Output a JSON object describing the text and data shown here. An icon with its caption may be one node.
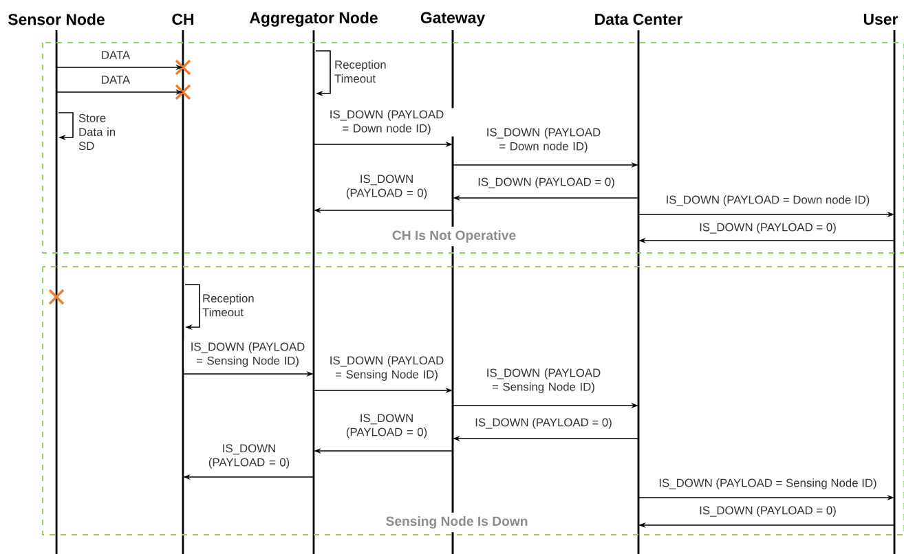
{
  "diagram": {
    "nodes": [
      {
        "text": [
          "Sensor Node"
        ]
      },
      {
        "text": [
          "CH"
        ]
      },
      {
        "text": [
          "Aggregator Node"
        ]
      },
      {
        "text": [
          "Gateway"
        ]
      },
      {
        "text": [
          "Data Center"
        ]
      },
      {
        "text": [
          "User"
        ]
      }
    ],
    "edges": [
      {
        "from": 0,
        "to": 1,
        "arrow": "to",
        "label": "DATA"
      },
      {
        "from": 0,
        "to": 1,
        "arrow": "to",
        "label": "DATA"
      },
      {
        "from": 2,
        "to": 2,
        "arrow": "to",
        "label": "Reception Timeout"
      },
      {
        "from": 0,
        "to": 0,
        "arrow": "to",
        "label": "Store Data in SD"
      },
      {
        "from": 2,
        "to": 3,
        "arrow": "to",
        "label": "IS_DOWN (PAYLOAD = Down node ID)"
      },
      {
        "from": 3,
        "to": 4,
        "arrow": "to",
        "label": "IS_DOWN (PAYLOAD = Down node ID)"
      },
      {
        "from": 4,
        "to": 3,
        "arrow": "to",
        "label": "IS_DOWN (PAYLOAD = 0)"
      },
      {
        "from": 3,
        "to": 2,
        "arrow": "to",
        "label": "IS_DOWN (PAYLOAD = 0)"
      },
      {
        "from": 4,
        "to": 5,
        "arrow": "to",
        "label": "IS_DOWN (PAYLOAD = Down node ID)"
      },
      {
        "from": 5,
        "to": 4,
        "arrow": "to",
        "label": "IS_DOWN (PAYLOAD = 0)"
      },
      {
        "from": 1,
        "to": 1,
        "arrow": "to",
        "label": "Reception Timeout"
      },
      {
        "from": 1,
        "to": 2,
        "arrow": "to",
        "label": "IS_DOWN (PAYLOAD = Sensing Node ID)"
      },
      {
        "from": 2,
        "to": 3,
        "arrow": "to",
        "label": "IS_DOWN (PAYLOAD = Sensing Node ID)"
      },
      {
        "from": 3,
        "to": 4,
        "arrow": "to",
        "label": "IS_DOWN (PAYLOAD = Sensing Node ID)"
      },
      {
        "from": 4,
        "to": 3,
        "arrow": "to",
        "label": "IS_DOWN (PAYLOAD = 0)"
      },
      {
        "from": 3,
        "to": 2,
        "arrow": "to",
        "label": "IS_DOWN (PAYLOAD = 0)"
      },
      {
        "from": 2,
        "to": 1,
        "arrow": "to",
        "label": "IS_DOWN (PAYLOAD = 0)"
      },
      {
        "from": 4,
        "to": 5,
        "arrow": "to",
        "label": "IS_DOWN (PAYLOAD = Sensing Node ID)"
      },
      {
        "from": 5,
        "to": 4,
        "arrow": "to",
        "label": "IS_DOWN (PAYLOAD = 0)"
      }
    ],
    "labels": [
      "CH Is Not Operative",
      "Sensing Node Is Down"
    ]
  }
}
